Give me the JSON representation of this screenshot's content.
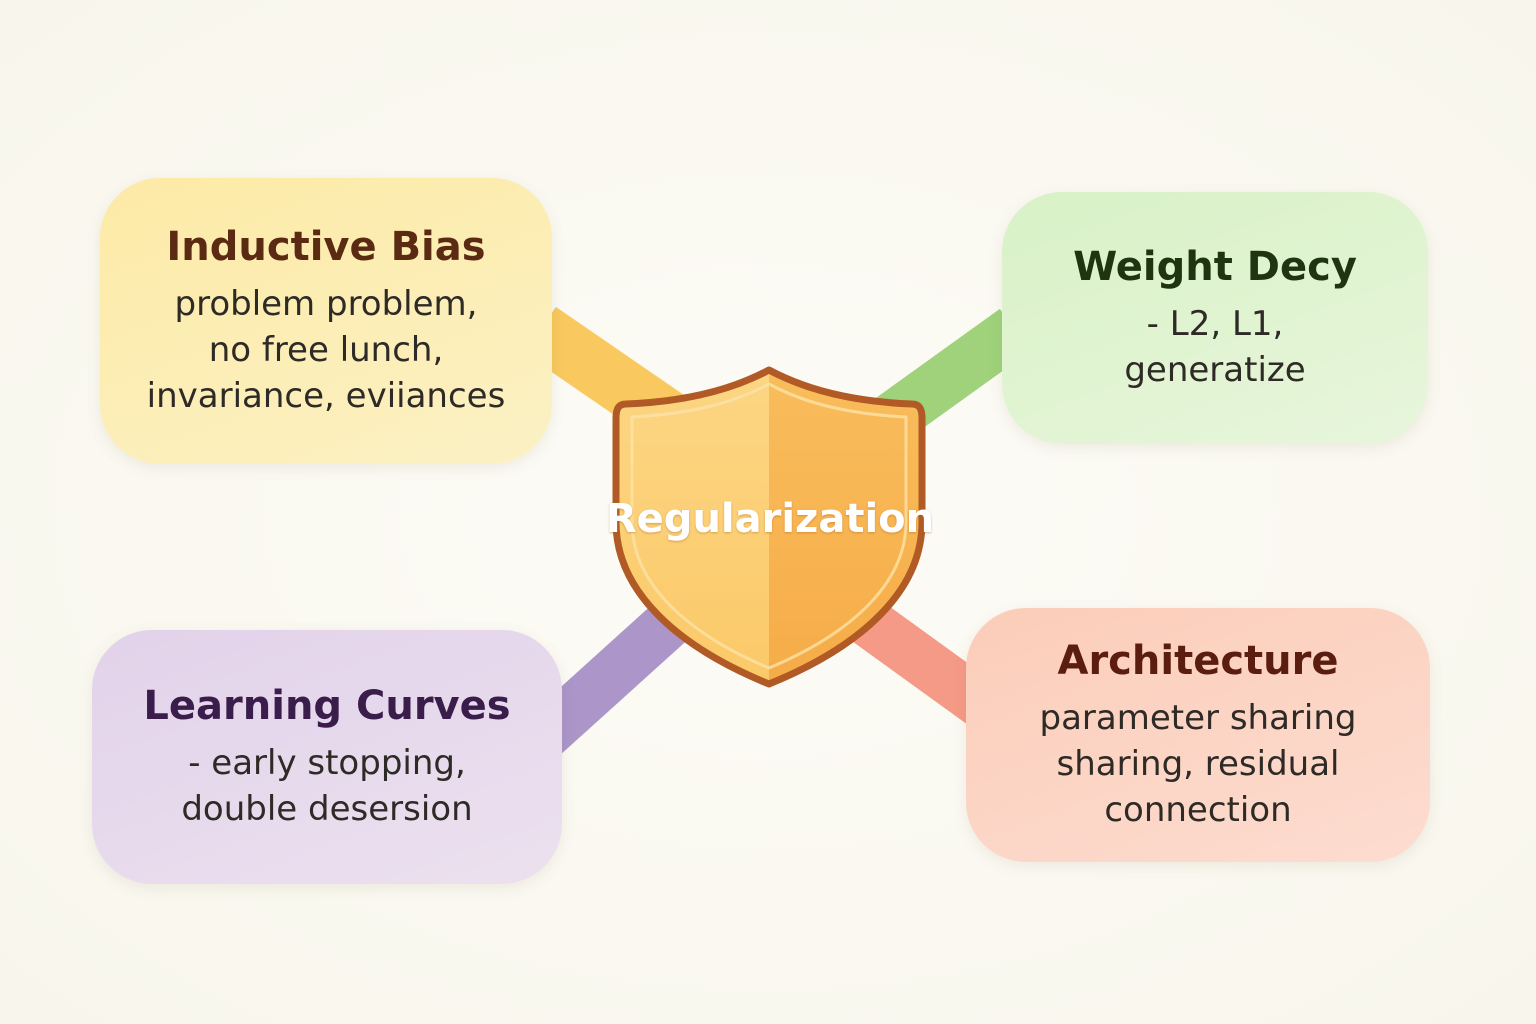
{
  "center": {
    "label": "Regularization"
  },
  "nodes": {
    "inductive_bias": {
      "title": "Inductive Bias",
      "lines": [
        "problem problem,",
        "no free lunch,",
        "invariance, eviiances"
      ]
    },
    "weight_decay": {
      "title": "Weight Decy",
      "lines": [
        "- L2, L1,",
        "generatize"
      ]
    },
    "learning_curves": {
      "title": "Learning Curves",
      "lines": [
        "- early stopping,",
        "double desersion"
      ]
    },
    "architecture": {
      "title": "Architecture",
      "lines": [
        "parameter sharing",
        "sharing, residual",
        "connection"
      ]
    }
  },
  "colors": {
    "inductive_connector": "#f9c85e",
    "weight_connector": "#9fd27a",
    "learning_connector": "#ab95c9",
    "architecture_connector": "#f59a86",
    "shield_fill_light": "#fcd27a",
    "shield_fill_dark": "#f8b452",
    "shield_border": "#b15a25"
  }
}
